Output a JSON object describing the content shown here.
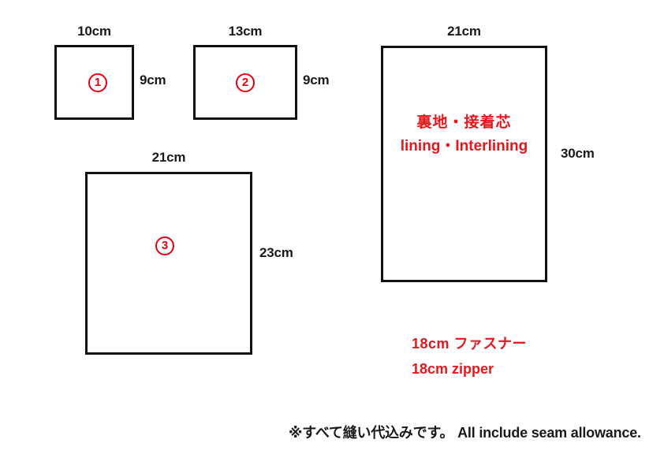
{
  "diagram": {
    "title": "Sewing pattern cutting layout",
    "outline_color": "#121212",
    "accent_color": "#e60012",
    "note_color": "#e8161c"
  },
  "pieces": [
    {
      "id": "piece-1",
      "marker": "①",
      "marker_number": "1",
      "width_label": "10cm",
      "height_label": "9cm",
      "width_cm": 10,
      "height_cm": 9
    },
    {
      "id": "piece-2",
      "marker": "②",
      "marker_number": "2",
      "width_label": "13cm",
      "height_label": "9cm",
      "width_cm": 13,
      "height_cm": 9
    },
    {
      "id": "piece-3",
      "marker": "③",
      "marker_number": "3",
      "width_label": "21cm",
      "height_label": "23cm",
      "width_cm": 21,
      "height_cm": 23
    },
    {
      "id": "piece-lining",
      "label_jp": "裏地・接着芯",
      "label_en": "lining・Interlining",
      "width_label": "21cm",
      "height_label": "30cm",
      "width_cm": 21,
      "height_cm": 30
    }
  ],
  "notions": {
    "zipper_jp": "18cm ファスナー",
    "zipper_en": "18cm zipper"
  },
  "footnote": {
    "text": "※すべて縫い代込みです。 All include seam allowance."
  }
}
